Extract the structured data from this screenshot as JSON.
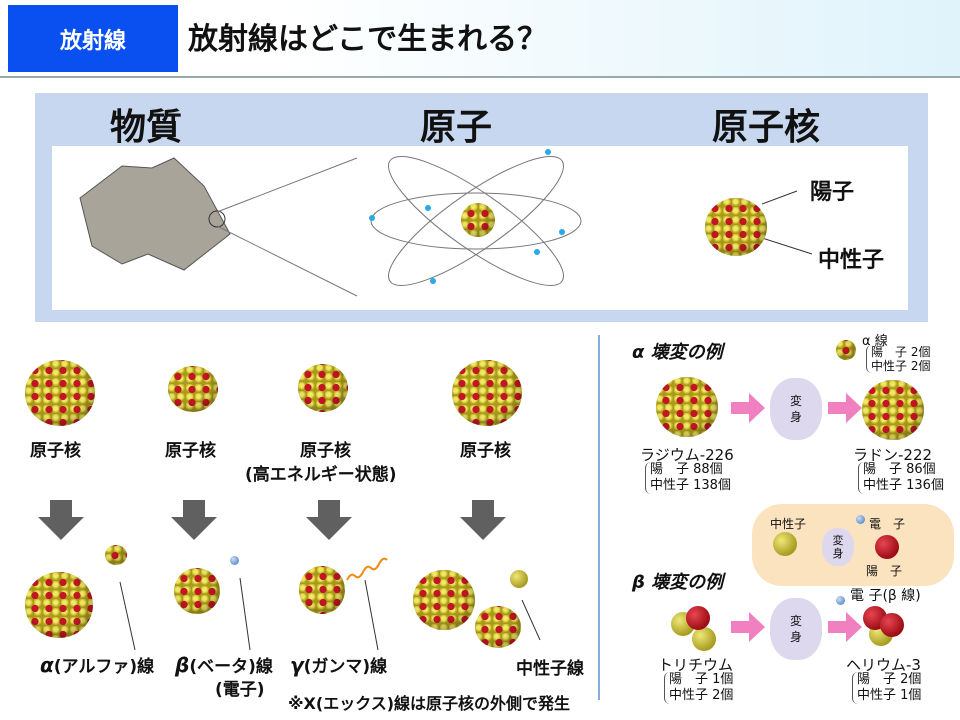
{
  "header": {
    "tag": "放射線",
    "title": "放射線はどこで生まれる？"
  },
  "top_panel": {
    "labels": [
      "物質",
      "原子",
      "原子核"
    ],
    "proton": "陽子",
    "neutron": "中性子"
  },
  "decay_types": [
    {
      "before": "原子核",
      "sub": "",
      "ray_symbol": "α",
      "ray": "(アルファ)線",
      "note": ""
    },
    {
      "before": "原子核",
      "sub": "",
      "ray_symbol": "β",
      "ray": "(ベータ)線",
      "note": "(電子)"
    },
    {
      "before": "原子核",
      "sub": "(高エネルギー状態)",
      "ray_symbol": "γ",
      "ray": "(ガンマ)線",
      "note": ""
    },
    {
      "before": "原子核",
      "sub": "",
      "ray_symbol": "",
      "ray": "中性子線",
      "note": ""
    }
  ],
  "footnote": "※X(エックス)線は原子核の外側で発生",
  "alpha": {
    "title": "α 壊変の例",
    "from": "ラジウム-226",
    "from_p": "陽　子 88個",
    "from_n": "中性子 138個",
    "to": "ラドン-222",
    "to_p": "陽　子 86個",
    "to_n": "中性子 136個",
    "ray": "α 線",
    "ray_p": "陽　子 2個",
    "ray_n": "中性子 2個",
    "transform": [
      "変",
      "身"
    ]
  },
  "beta": {
    "title": "β 壊変の例",
    "from": "トリチウム",
    "from_p": "陽　子 1個",
    "from_n": "中性子 2個",
    "to": "ヘリウム-3",
    "to_p": "陽　子 2個",
    "to_n": "中性子 1個",
    "ray": "電 子(β 線)",
    "bubble_neutron": "中性子",
    "bubble_electron": "電　子",
    "bubble_proton": "陽　子",
    "transform": [
      "変",
      "身"
    ]
  }
}
